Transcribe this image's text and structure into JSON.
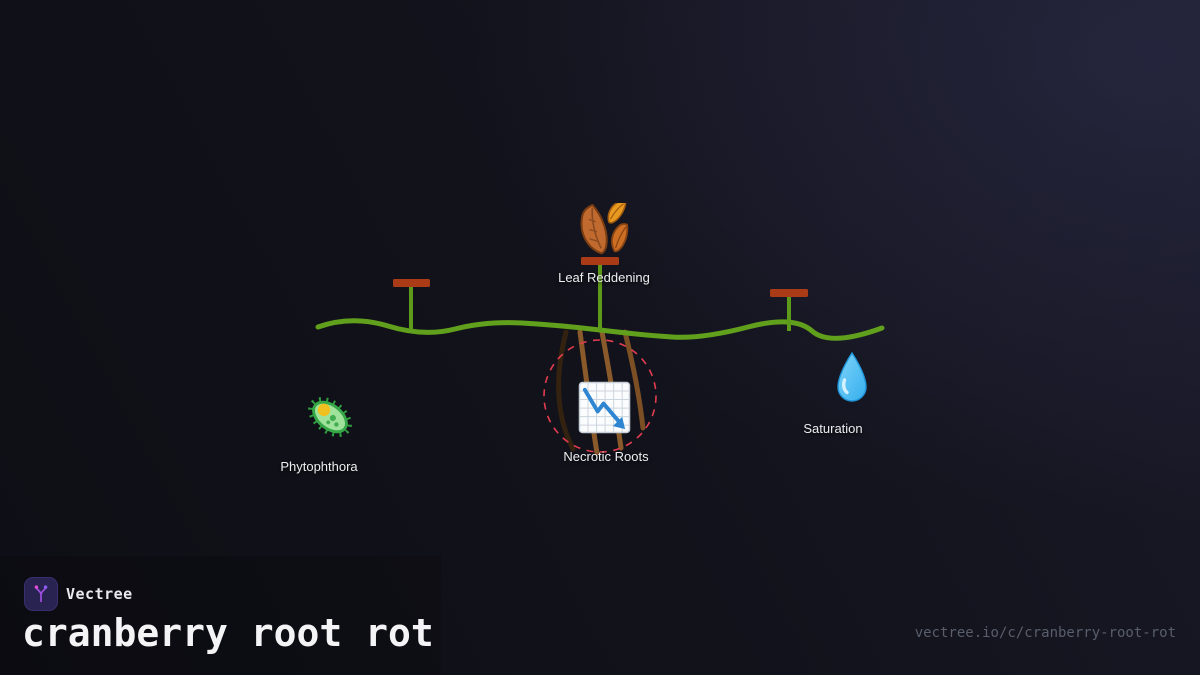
{
  "diagram": {
    "nodes": [
      {
        "id": "leaf-reddening",
        "label": "Leaf Reddening",
        "icon": "fallen-leaves-icon",
        "highlighted": false
      },
      {
        "id": "phytophthora",
        "label": "Phytophthora",
        "icon": "microbe-icon",
        "highlighted": false
      },
      {
        "id": "necrotic-roots",
        "label": "Necrotic Roots",
        "icon": "chart-decreasing-icon",
        "highlighted": true
      },
      {
        "id": "saturation",
        "label": "Saturation",
        "icon": "droplet-icon",
        "highlighted": false
      }
    ],
    "colors": {
      "vine_green": "#61a01c",
      "berry_cap_red": "#a93b16",
      "root_brown": "#8a5a2b",
      "highlight_circle_red": "#e23d4f"
    }
  },
  "footer": {
    "brand": "Vectree",
    "title": "cranberry root rot",
    "url": "vectree.io/c/cranberry-root-rot",
    "accent": "#a855f7"
  }
}
